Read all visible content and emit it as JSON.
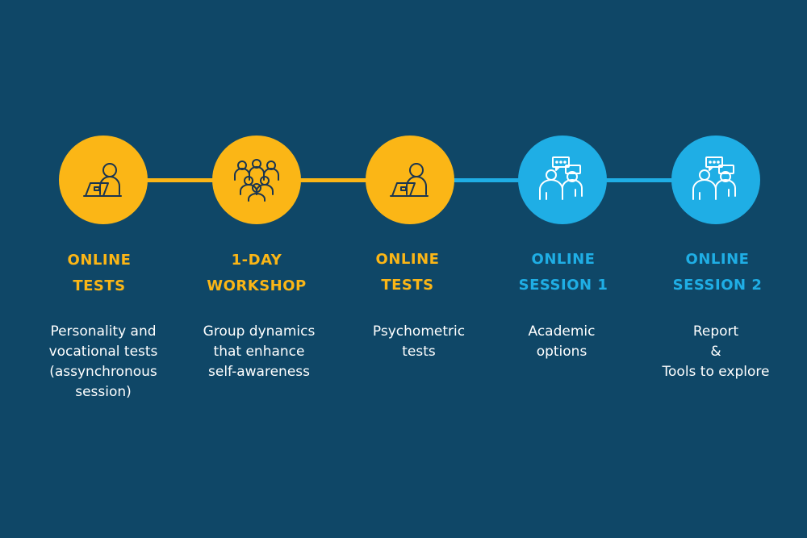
{
  "colors": {
    "background": "#0f4767",
    "yellow": "#fbb616",
    "blue": "#1faee5",
    "icon_stroke": "#1a3550",
    "icon_stroke_light": "#ffffff"
  },
  "steps": [
    {
      "color": "yellow",
      "icon": "person-laptop-icon",
      "title_line1": "ONLINE",
      "title_line2": "TESTS",
      "desc_lines": [
        "Personality and",
        "vocational tests",
        "(assynchronous",
        "session)"
      ]
    },
    {
      "color": "yellow",
      "icon": "group-people-icon",
      "title_line1": "1-DAY",
      "title_line2": "WORKSHOP",
      "desc_lines": [
        "Group dynamics",
        "that enhance",
        "self-awareness"
      ]
    },
    {
      "color": "yellow",
      "icon": "person-laptop-icon",
      "title_line1": "ONLINE",
      "title_line2": "TESTS",
      "desc_lines": [
        "Psychometric",
        "tests"
      ]
    },
    {
      "color": "blue",
      "icon": "conversation-icon",
      "title_line1": "ONLINE",
      "title_line2": "SESSION 1",
      "desc_lines": [
        "Academic",
        "options"
      ]
    },
    {
      "color": "blue",
      "icon": "conversation-icon",
      "title_line1": "ONLINE",
      "title_line2": "SESSION 2",
      "desc_lines": [
        "Report",
        "&",
        "Tools to explore"
      ]
    }
  ]
}
